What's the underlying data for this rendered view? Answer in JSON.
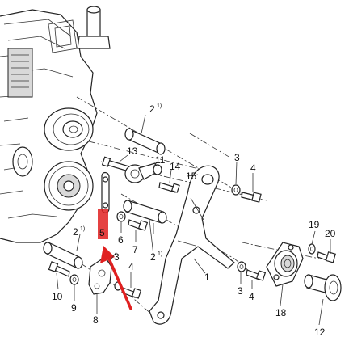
{
  "callouts": {
    "c1": "1",
    "c2a": "2",
    "c2a_sup": "1)",
    "c2b": "2",
    "c2b_sup": "1)",
    "c2c": "2",
    "c2c_sup": "1)",
    "c3a": "3",
    "c3b": "3",
    "c3c": "3",
    "c4a": "4",
    "c4b": "4",
    "c4c": "4",
    "c5": "5",
    "c6": "6",
    "c7": "7",
    "c8": "8",
    "c9": "9",
    "c10": "10",
    "c11": "11",
    "c12": "12",
    "c13": "13",
    "c14": "14",
    "c15": "15",
    "c18": "18",
    "c19": "19",
    "c20": "20"
  },
  "colors": {
    "highlight": "#e02020",
    "arrow": "#e02020",
    "ink": "#222222"
  }
}
